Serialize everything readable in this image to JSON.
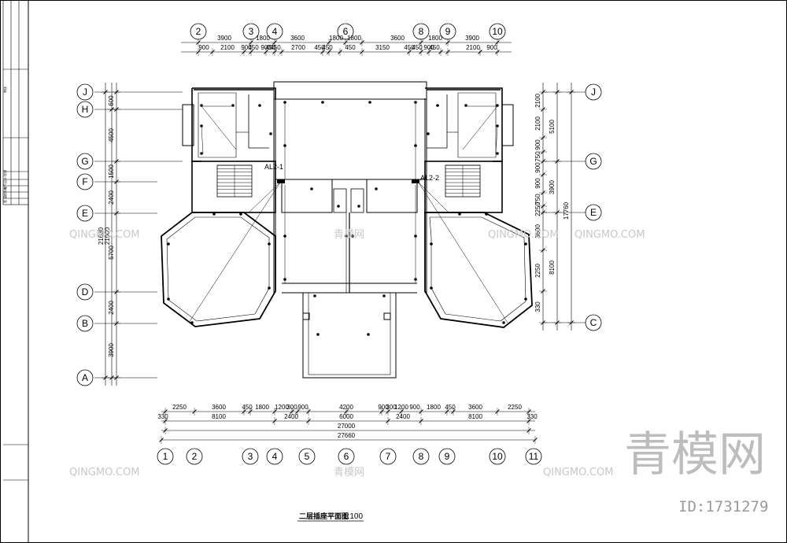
{
  "drawing": {
    "title": "二层插座平面图",
    "scale": "1:100"
  },
  "title_block": {
    "labels": [
      "审核",
      "校对",
      "设计",
      "电气",
      "给排水",
      "签 证"
    ]
  },
  "axes": {
    "top": [
      "2",
      "3",
      "4",
      "6",
      "8",
      "9",
      "10"
    ],
    "bottom": [
      "1",
      "2",
      "3",
      "4",
      "5",
      "6",
      "7",
      "8",
      "9",
      "10",
      "11"
    ],
    "left": [
      "J",
      "H",
      "G",
      "F",
      "E",
      "D",
      "B",
      "A"
    ],
    "right": [
      "J",
      "G",
      "E",
      "C"
    ]
  },
  "dimensions": {
    "top_row1": [
      "3900",
      "1800",
      "3600",
      "1800",
      "1800",
      "3600",
      "1800",
      "3900"
    ],
    "top_row2": [
      "900",
      "2100",
      "900",
      "450",
      "900",
      "450",
      "450",
      "2700",
      "450",
      "450",
      "450",
      "3150",
      "450",
      "450",
      "900",
      "450",
      "2100",
      "900"
    ],
    "bottom_row1": [
      "2250",
      "3600",
      "450",
      "1800",
      "1200",
      "300",
      "900",
      "4200",
      "900",
      "300",
      "1200",
      "900",
      "1800",
      "450",
      "3600",
      "2250"
    ],
    "bottom_row2": [
      "330",
      "8100",
      "2400",
      "6000",
      "2400",
      "8100",
      "330"
    ],
    "bottom_total1": "27000",
    "bottom_total2": "27660",
    "left_inner": [
      "600",
      "4500",
      "1500",
      "2400",
      "5700",
      "2400",
      "3900"
    ],
    "left_outer": [
      "21630",
      "21000"
    ],
    "right_inner": [
      "2100",
      "2100",
      "900",
      "750",
      "900",
      "900",
      "750",
      "2250",
      "3600",
      "2250",
      "330"
    ],
    "right_mid": [
      "5100",
      "3900",
      "8100"
    ],
    "right_outer": "17760"
  },
  "panels": [
    "AL2-1",
    "AL2-2"
  ],
  "watermarks": {
    "brand_latin": "QINGMO.COM",
    "brand_cn": "青模网",
    "big": "青模网",
    "id": "ID:1731279"
  }
}
